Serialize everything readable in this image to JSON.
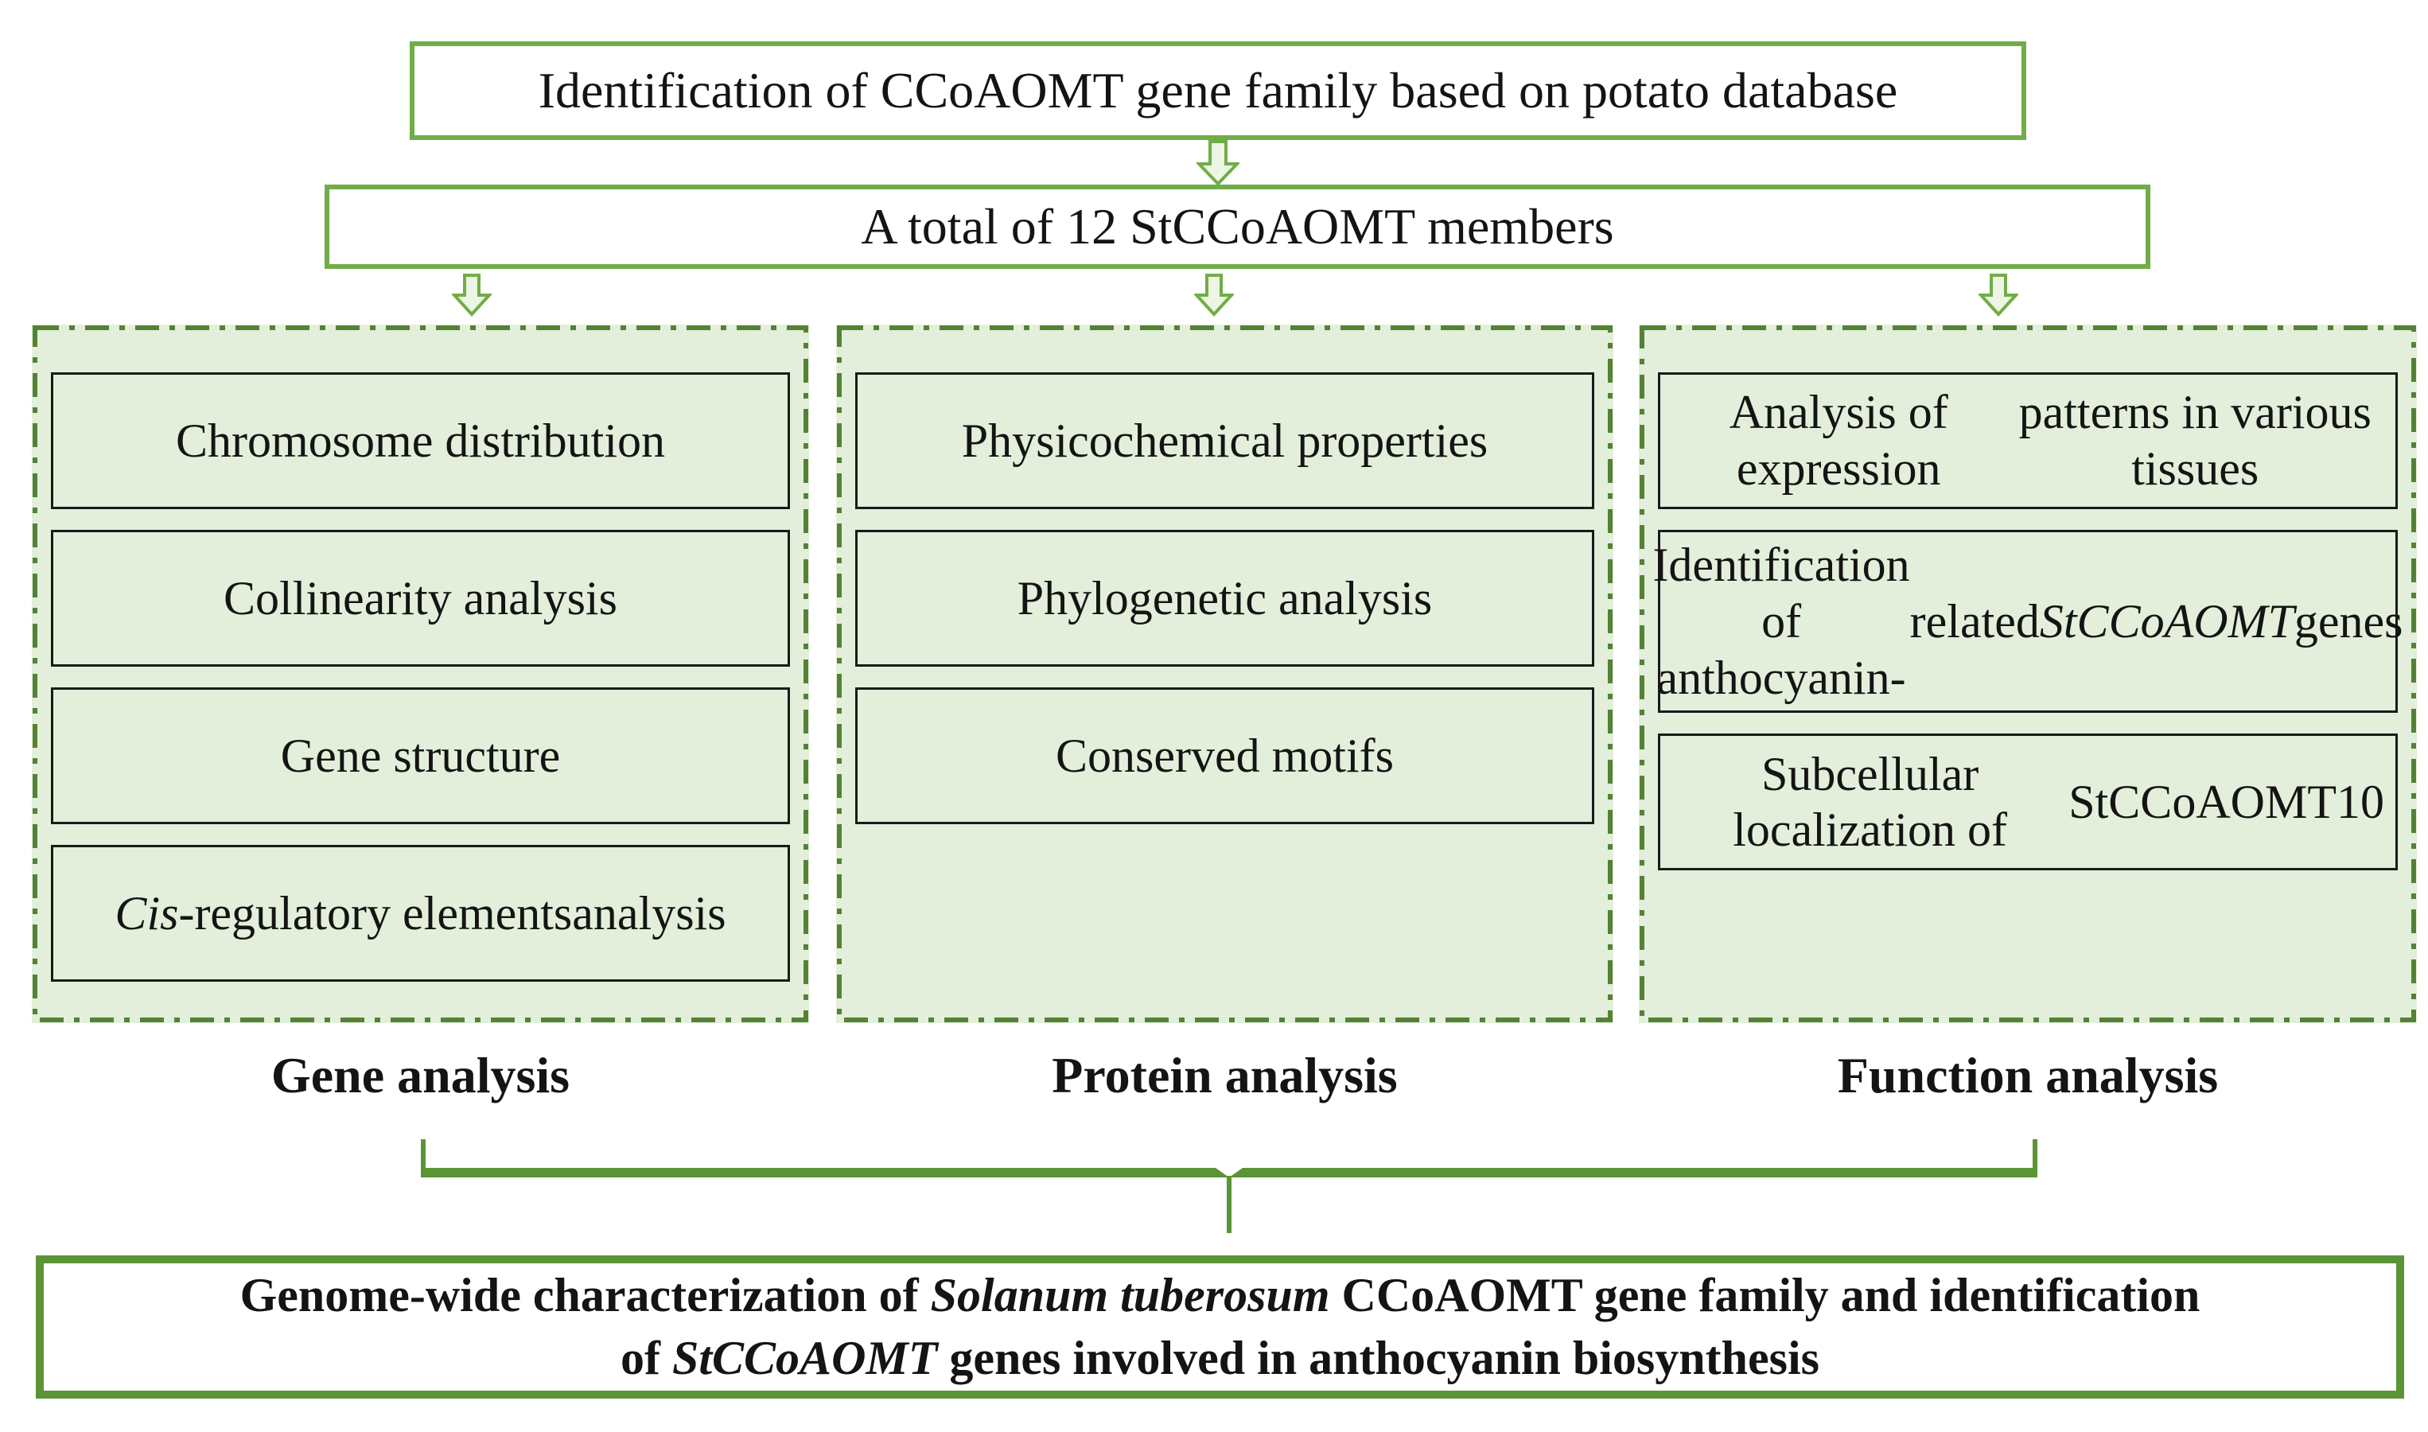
{
  "colors": {
    "line-bright": "#70AD47",
    "line-dark": "#548235",
    "line-mid": "#5B9436",
    "fill-panel": "#E3EFDA",
    "fill-arrow": "#EDF5E4",
    "ink": "#141414",
    "bg": "#FFFFFF"
  },
  "top_box": {
    "text": "Identification of CCoAOMT gene family based on potato database"
  },
  "members_box": {
    "text": "A total of 12 StCCoAOMT members"
  },
  "columns": [
    {
      "label": "Gene analysis",
      "items": [
        {
          "parts": [
            {
              "t": "Chromosome distribution"
            }
          ]
        },
        {
          "parts": [
            {
              "t": "Collinearity analysis"
            }
          ]
        },
        {
          "parts": [
            {
              "t": "Gene structure"
            }
          ]
        },
        {
          "parts": [
            {
              "t": "Cis",
              "i": true
            },
            {
              "t": "-regulatory elements"
            },
            {
              "br": true
            },
            {
              "t": "analysis"
            }
          ]
        }
      ]
    },
    {
      "label": "Protein analysis",
      "items": [
        {
          "parts": [
            {
              "t": "Physicochemical properties"
            }
          ]
        },
        {
          "parts": [
            {
              "t": "Phylogenetic analysis"
            }
          ]
        },
        {
          "parts": [
            {
              "t": "Conserved motifs"
            }
          ]
        }
      ]
    },
    {
      "label": "Function analysis",
      "items": [
        {
          "parts": [
            {
              "t": "Analysis of expression"
            },
            {
              "br": true
            },
            {
              "t": "patterns in various tissues"
            }
          ]
        },
        {
          "parts": [
            {
              "t": "Identification of anthocyanin-"
            },
            {
              "br": true
            },
            {
              "t": "related "
            },
            {
              "t": "StCCoAOMT",
              "i": true
            },
            {
              "t": " genes"
            }
          ]
        },
        {
          "parts": [
            {
              "t": "Subcellular localization of"
            },
            {
              "br": true
            },
            {
              "t": "StCCoAOMT10"
            }
          ]
        }
      ]
    }
  ],
  "conclusion_box": {
    "parts": [
      {
        "t": "Genome-wide characterization of "
      },
      {
        "t": "Solanum tuberosum",
        "i": true
      },
      {
        "t": " CCoAOMT gene family and identification"
      },
      {
        "br": true
      },
      {
        "t": "of "
      },
      {
        "t": "StCCoAOMT",
        "i": true
      },
      {
        "t": " genes involved in anthocyanin biosynthesis"
      }
    ]
  }
}
